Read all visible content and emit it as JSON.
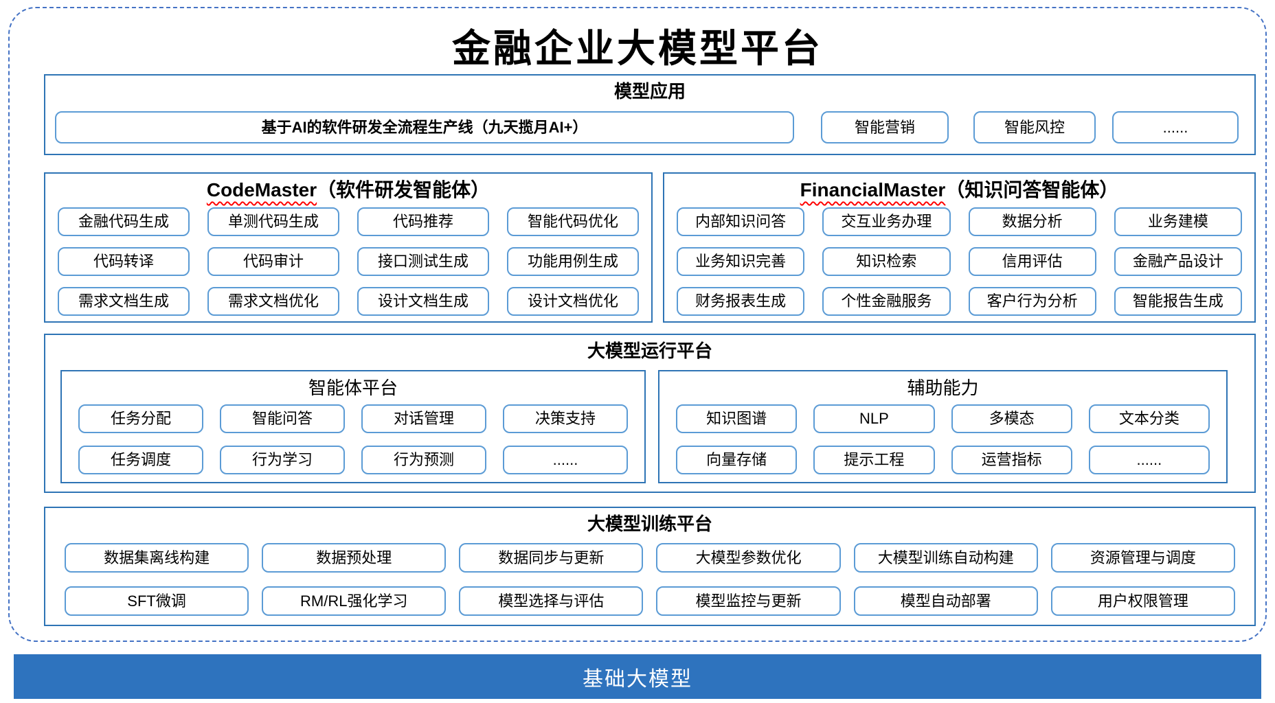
{
  "title": "金融企业大模型平台",
  "colors": {
    "c-dashed": "#4472C4",
    "c-section": "#2E74B5",
    "c-box": "#5B9BD5",
    "c-bar": "#2E73BE",
    "c-squiggle": "#FF0000"
  },
  "sections": {
    "model_app": {
      "label": "模型应用",
      "main_item": "基于AI的软件研发全流程生产线（九天揽月AI+）",
      "items": [
        "智能营销",
        "智能风控",
        "......"
      ]
    },
    "codemaster": {
      "name": "CodeMaster",
      "suffix": "（软件研发智能体）",
      "items": [
        "金融代码生成",
        "单测代码生成",
        "代码推荐",
        "智能代码优化",
        "代码转译",
        "代码审计",
        "接口测试生成",
        "功能用例生成",
        "需求文档生成",
        "需求文档优化",
        "设计文档生成",
        "设计文档优化"
      ]
    },
    "financialmaster": {
      "name": "FinancialMaster",
      "suffix": "（知识问答智能体）",
      "items": [
        "内部知识问答",
        "交互业务办理",
        "数据分析",
        "业务建模",
        "业务知识完善",
        "知识检索",
        "信用评估",
        "金融产品设计",
        "财务报表生成",
        "个性金融服务",
        "客户行为分析",
        "智能报告生成"
      ]
    },
    "runtime": {
      "label": "大模型运行平台",
      "agent_platform": {
        "label": "智能体平台",
        "items": [
          "任务分配",
          "智能问答",
          "对话管理",
          "决策支持",
          "任务调度",
          "行为学习",
          "行为预测",
          "......"
        ]
      },
      "aux_ability": {
        "label": "辅助能力",
        "items": [
          "知识图谱",
          "NLP",
          "多模态",
          "文本分类",
          "向量存储",
          "提示工程",
          "运营指标",
          "......"
        ]
      }
    },
    "training": {
      "label": "大模型训练平台",
      "items": [
        "数据集离线构建",
        "数据预处理",
        "数据同步与更新",
        "大模型参数优化",
        "大模型训练自动构建",
        "资源管理与调度",
        "SFT微调",
        "RM/RL强化学习",
        "模型选择与评估",
        "模型监控与更新",
        "模型自动部署",
        "用户权限管理"
      ]
    },
    "base": {
      "label": "基础大模型"
    }
  }
}
